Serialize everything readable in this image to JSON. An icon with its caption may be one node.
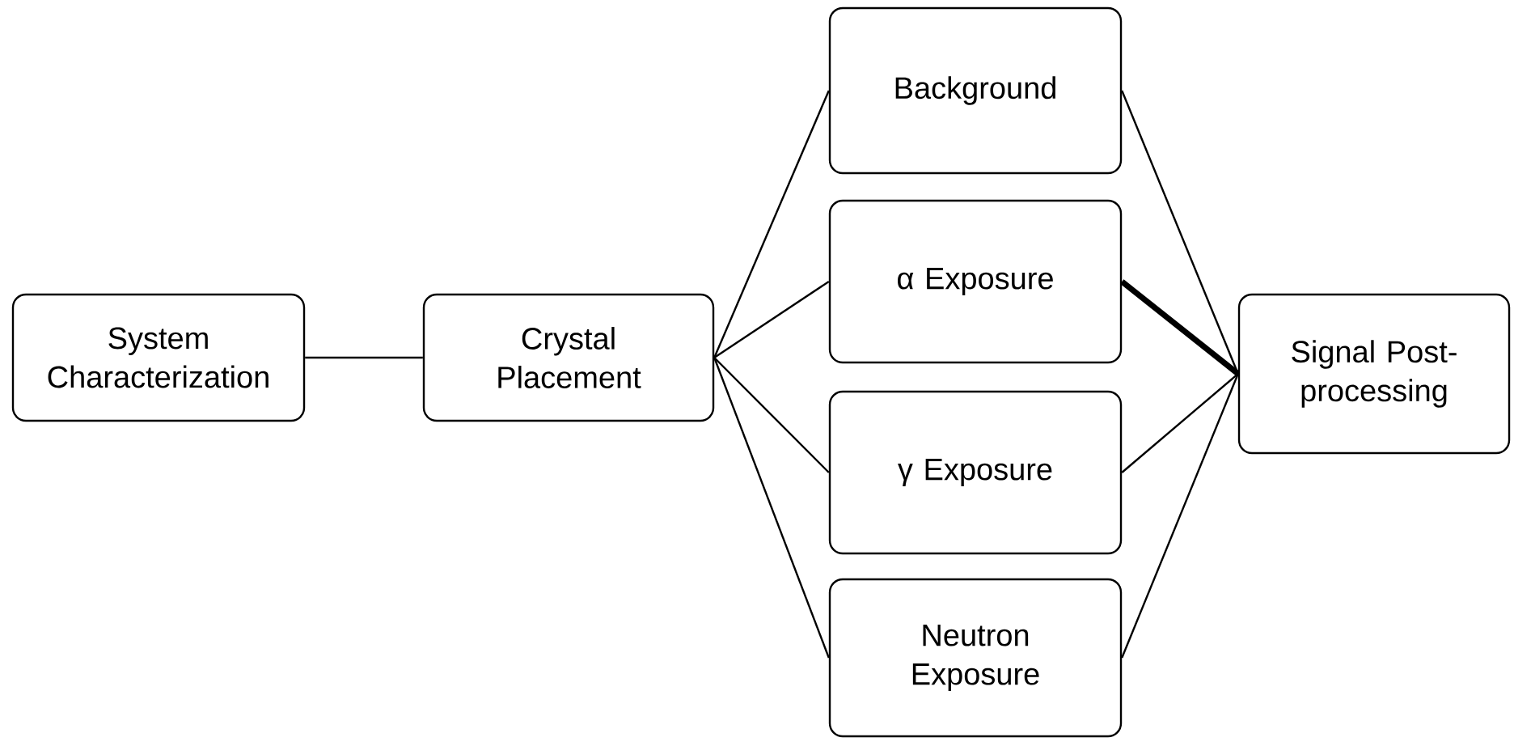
{
  "diagram": {
    "nodes": [
      {
        "text": [
          "System Characterization"
        ]
      },
      {
        "text": [
          "Crystal Placement"
        ]
      },
      {
        "text": [
          "Background"
        ]
      },
      {
        "text": [
          "α Exposure"
        ]
      },
      {
        "text": [
          "γ Exposure"
        ]
      },
      {
        "text": [
          "Neutron Exposure"
        ]
      },
      {
        "text": [
          "Signal Post-processing"
        ]
      }
    ],
    "edges": [
      {
        "from": 0,
        "to": 1,
        "arrow": "none"
      },
      {
        "from": 1,
        "to": 2,
        "arrow": "none"
      },
      {
        "from": 1,
        "to": 3,
        "arrow": "none"
      },
      {
        "from": 1,
        "to": 4,
        "arrow": "none"
      },
      {
        "from": 1,
        "to": 5,
        "arrow": "none"
      },
      {
        "from": 2,
        "to": 6,
        "arrow": "none"
      },
      {
        "from": 3,
        "to": 6,
        "arrow": "none",
        "style": "thick"
      },
      {
        "from": 4,
        "to": 6,
        "arrow": "none"
      },
      {
        "from": 5,
        "to": 6,
        "arrow": "none"
      }
    ]
  }
}
